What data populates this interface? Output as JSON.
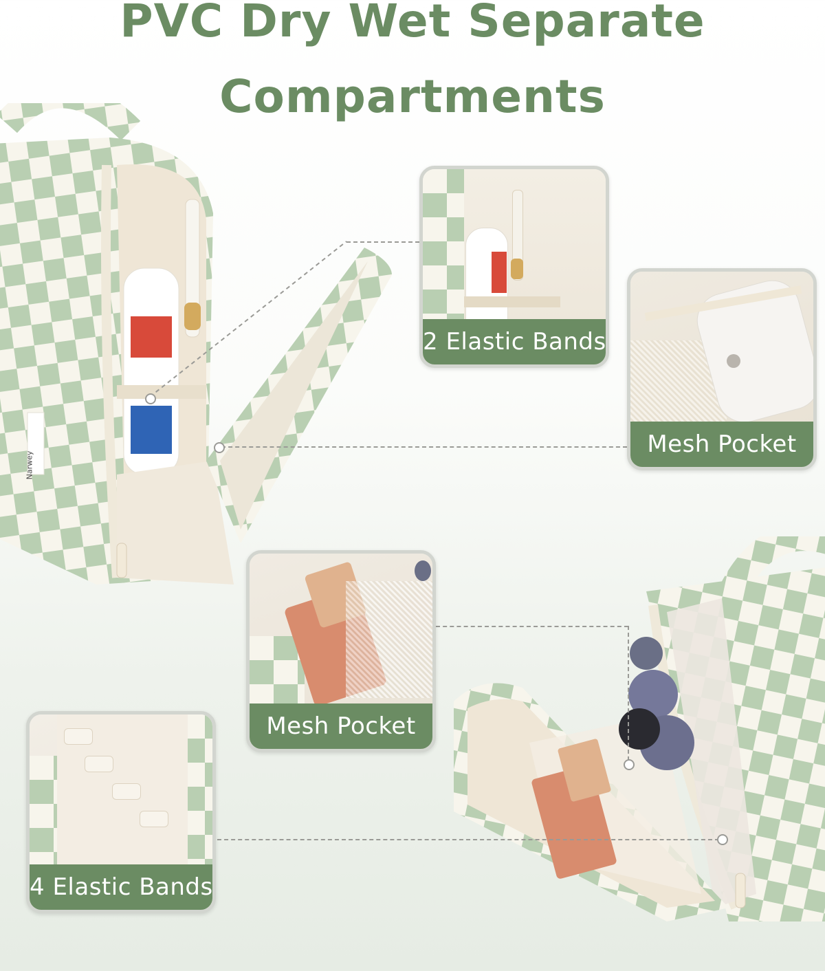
{
  "headline": {
    "line1": "PVC Dry Wet Separate",
    "line2": "Compartments"
  },
  "brand_tag": "Narwey",
  "callouts": [
    {
      "label": "2 Elastic Bands"
    },
    {
      "label": "Mesh Pocket"
    },
    {
      "label": "Mesh Pocket"
    },
    {
      "label": "4 Elastic Bands"
    }
  ],
  "colors": {
    "accent_green": "#6b8c63",
    "checker_green": "#b9cfb2",
    "checker_cream": "#f7f5ec",
    "inset_border": "#d2d5cf",
    "lining_beige": "#efe6d6"
  }
}
